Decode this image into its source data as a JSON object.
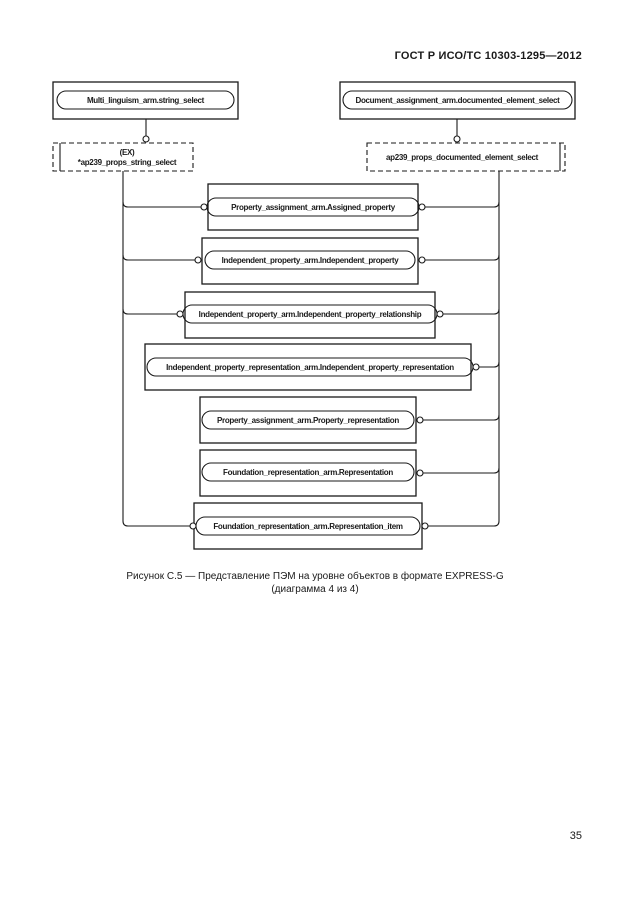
{
  "header": {
    "doc_id": "ГОСТ Р ИСО/ТС 10303-1295—2012"
  },
  "page_number": "35",
  "caption": {
    "line1": "Рисунок  С.5 — Представление ПЭМ на уровне объектов в формате EXPRESS-G",
    "line2": "(диаграмма  4  из  4)"
  },
  "diagram": {
    "top_left_select": "Multi_linguism_arm.string_select",
    "top_right_select": "Document_assignment_arm.documented_element_select",
    "left_ref_line1": "(EX)",
    "left_ref_line2": "*ap239_props_string_select",
    "right_ref": "ap239_props_documented_element_select",
    "items": [
      "Property_assignment_arm.Assigned_property",
      "Independent_property_arm.Independent_property",
      "Independent_property_arm.Independent_property_relationship",
      "Independent_property_representation_arm.Independent_property_representation",
      "Property_assignment_arm.Property_representation",
      "Foundation_representation_arm.Representation",
      "Foundation_representation_arm.Representation_item"
    ]
  }
}
